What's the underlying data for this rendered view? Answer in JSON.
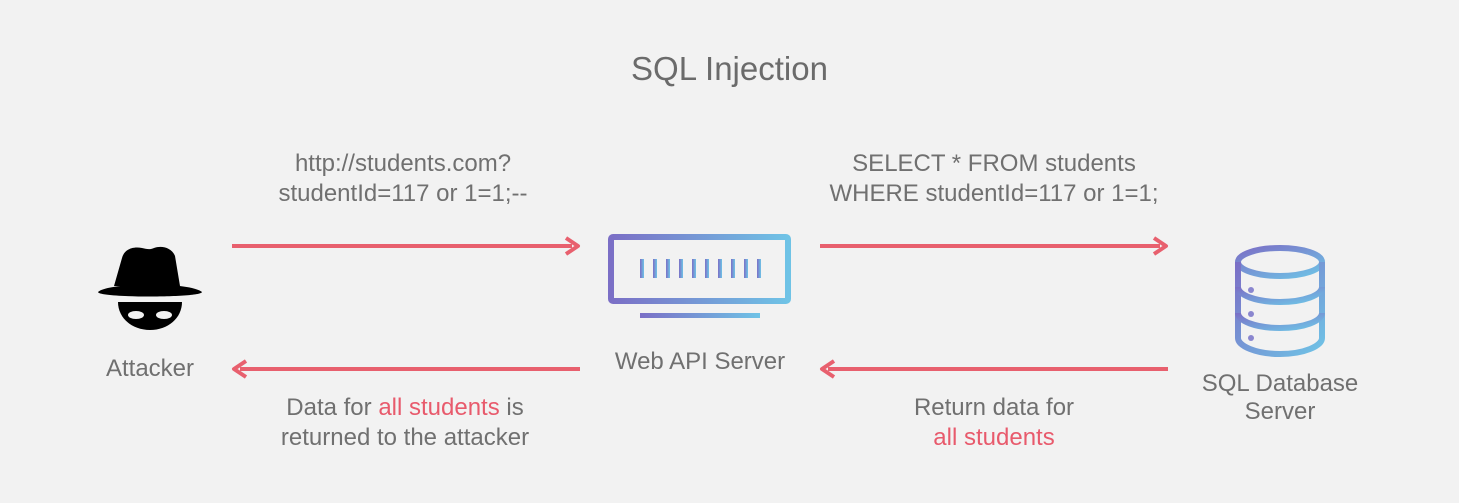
{
  "title": "SQL Injection",
  "nodes": {
    "attacker": {
      "label": "Attacker",
      "icon": "attacker-icon"
    },
    "web_server": {
      "label": "Web API Server",
      "icon": "server-icon"
    },
    "db_server": {
      "label_line1": "SQL Database",
      "label_line2": "Server",
      "icon": "database-icon"
    }
  },
  "arrows": {
    "request": {
      "line1": "http://students.com?",
      "line2": "studentId=117 or 1=1;--"
    },
    "query": {
      "line1": "SELECT * FROM students",
      "line2": "WHERE studentId=117 or 1=1;"
    },
    "db_return": {
      "line1": "Return data for",
      "line2_highlight": "all students"
    },
    "attacker_return": {
      "line1_prefix": "Data for ",
      "line1_highlight": "all students",
      "line1_suffix": " is",
      "line2": "returned to the attacker"
    }
  },
  "colors": {
    "arrow": "#e8606e",
    "highlight": "#e85a6c",
    "text": "#707070",
    "gradient_start": "#7b6fc6",
    "gradient_end": "#6fc3e6",
    "background": "#f2f2f2"
  }
}
